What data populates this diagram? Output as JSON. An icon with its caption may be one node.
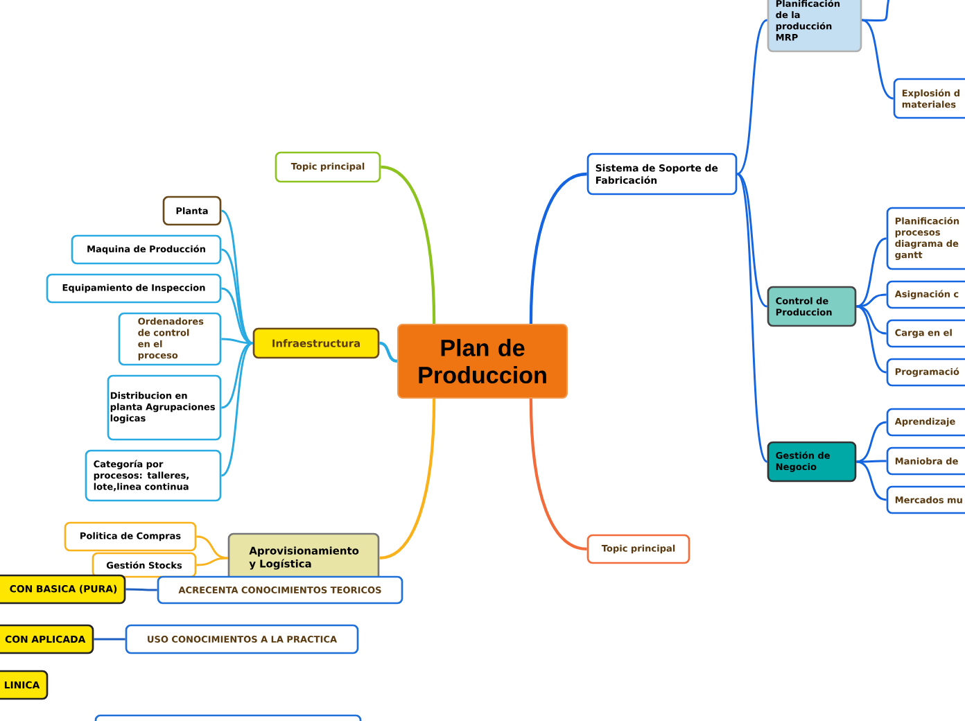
{
  "diagram": {
    "nodes": [
      {
        "text": [
          "Plan de Produccion"
        ]
      },
      {
        "text": [
          "Topic principal"
        ]
      },
      {
        "text": [
          "Sistema de Soporte de Fabricación"
        ]
      },
      {
        "text": [
          "Planificación de la producción MRP"
        ]
      },
      {
        "text": [
          "Explosión d materiales"
        ]
      },
      {
        "text": [
          "Control de Produccion"
        ]
      },
      {
        "text": [
          "Planificación procesos diagrama de gantt"
        ]
      },
      {
        "text": [
          "Asignación c"
        ]
      },
      {
        "text": [
          "Carga en el"
        ]
      },
      {
        "text": [
          "Programació"
        ]
      },
      {
        "text": [
          "Gestión de Negocio"
        ]
      },
      {
        "text": [
          "Aprendizaje"
        ]
      },
      {
        "text": [
          "Maniobra de"
        ]
      },
      {
        "text": [
          "Mercados mu"
        ]
      },
      {
        "text": [
          "Topic principal"
        ]
      },
      {
        "text": [
          "Infraestructura"
        ]
      },
      {
        "text": [
          "Planta"
        ]
      },
      {
        "text": [
          "Maquina de Producción"
        ]
      },
      {
        "text": [
          "Equipamiento de Inspeccion"
        ]
      },
      {
        "text": [
          "Ordenadores de control en el proceso"
        ]
      },
      {
        "text": [
          "Distribucion en planta Agrupaciones logicas"
        ]
      },
      {
        "text": [
          "Categoría por procesos: talleres, lote,linea continua"
        ]
      },
      {
        "text": [
          "Aprovisionamiento y Logística"
        ]
      },
      {
        "text": [
          "Politica de Compras"
        ]
      },
      {
        "text": [
          "Gestión Stocks"
        ]
      },
      {
        "text": [
          "CON BASICA (PURA)"
        ]
      },
      {
        "text": [
          "ACRECENTA CONOCIMIENTOS TEORICOS"
        ]
      },
      {
        "text": [
          "CON APLICADA"
        ]
      },
      {
        "text": [
          "USO CONOCIMIENTOS A LA PRACTICA"
        ]
      },
      {
        "text": [
          "LINICA"
        ]
      },
      {
        "text": [],
        "shape": "box"
      }
    ],
    "edges": [
      {
        "from": 0,
        "to": 1,
        "arrow": "none",
        "color": "#8dc21f"
      },
      {
        "from": 0,
        "to": 2,
        "arrow": "none",
        "color": "#1565e0"
      },
      {
        "from": 2,
        "to": 3,
        "arrow": "none",
        "color": "#1565e0"
      },
      {
        "from": 3,
        "to": null,
        "arrow": "none",
        "color": "#1565e0"
      },
      {
        "from": 3,
        "to": 4,
        "arrow": "none",
        "color": "#1565e0"
      },
      {
        "from": 2,
        "to": 5,
        "arrow": "none",
        "color": "#1565e0"
      },
      {
        "from": 5,
        "to": 6,
        "arrow": "none",
        "color": "#1565e0"
      },
      {
        "from": 5,
        "to": 7,
        "arrow": "none",
        "color": "#1565e0"
      },
      {
        "from": 5,
        "to": 8,
        "arrow": "none",
        "color": "#1565e0"
      },
      {
        "from": 5,
        "to": 9,
        "arrow": "none",
        "color": "#1565e0"
      },
      {
        "from": 2,
        "to": 10,
        "arrow": "none",
        "color": "#1565e0"
      },
      {
        "from": 10,
        "to": 11,
        "arrow": "none",
        "color": "#1565e0"
      },
      {
        "from": 10,
        "to": 12,
        "arrow": "none",
        "color": "#1565e0"
      },
      {
        "from": 10,
        "to": 13,
        "arrow": "none",
        "color": "#1565e0"
      },
      {
        "from": 0,
        "to": 14,
        "arrow": "none",
        "color": "#f26b3a"
      },
      {
        "from": 0,
        "to": 15,
        "arrow": "none",
        "color": "#29abe2"
      },
      {
        "from": 15,
        "to": 16,
        "arrow": "none",
        "color": "#29abe2"
      },
      {
        "from": 15,
        "to": 17,
        "arrow": "none",
        "color": "#29abe2"
      },
      {
        "from": 15,
        "to": 18,
        "arrow": "none",
        "color": "#29abe2"
      },
      {
        "from": 15,
        "to": 19,
        "arrow": "none",
        "color": "#29abe2"
      },
      {
        "from": 15,
        "to": 20,
        "arrow": "none",
        "color": "#29abe2"
      },
      {
        "from": 15,
        "to": 21,
        "arrow": "none",
        "color": "#29abe2"
      },
      {
        "from": 0,
        "to": 22,
        "arrow": "none",
        "color": "#f9b21b"
      },
      {
        "from": 22,
        "to": 23,
        "arrow": "none",
        "color": "#f9b21b"
      },
      {
        "from": 22,
        "to": 24,
        "arrow": "none",
        "color": "#f9b21b"
      },
      {
        "from": 25,
        "to": 26,
        "arrow": "none",
        "color": "#1f5fbf"
      },
      {
        "from": 27,
        "to": 28,
        "arrow": "none",
        "color": "#1f5fbf"
      }
    ]
  }
}
